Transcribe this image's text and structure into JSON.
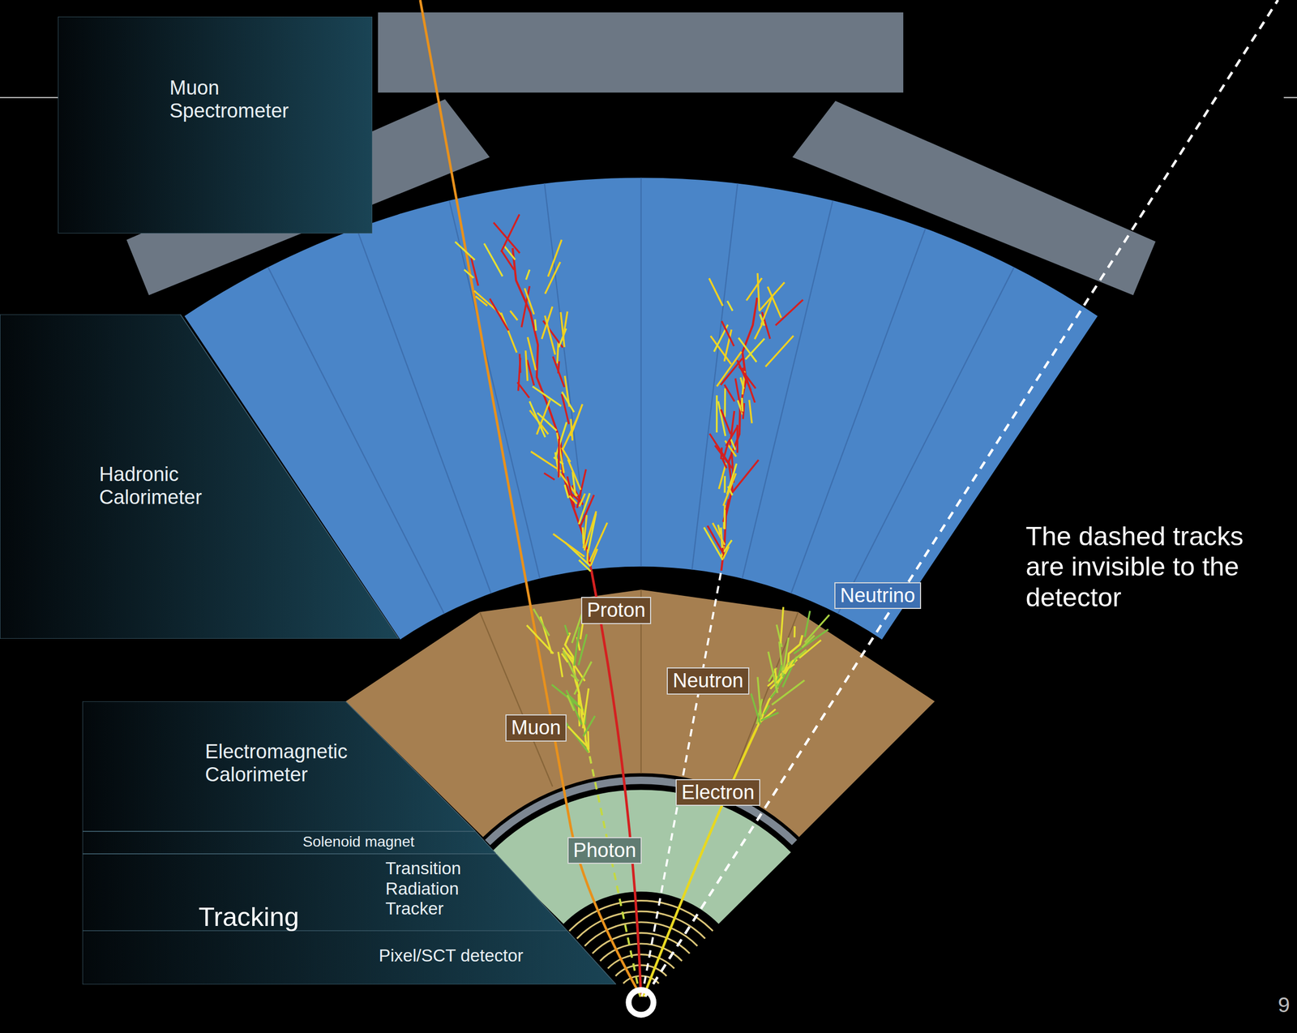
{
  "diagram": {
    "nodes": [
      {
        "text": [
          "Muon Spectrometer"
        ]
      },
      {
        "text": [
          "Hadronic Calorimeter"
        ]
      },
      {
        "text": [
          "Electromagnetic Calorimeter"
        ]
      },
      {
        "text": [
          "Solenoid magnet"
        ]
      },
      {
        "text": [
          "Transition Radiation Tracker"
        ]
      },
      {
        "text": [
          "Pixel/SCT detector"
        ]
      },
      {
        "text": [
          "Neutrino"
        ]
      },
      {
        "text": [
          "Proton"
        ]
      },
      {
        "text": [
          "Neutron"
        ]
      },
      {
        "text": [
          "Muon"
        ]
      },
      {
        "text": [
          "Electron"
        ]
      },
      {
        "text": [
          "Photon"
        ]
      }
    ],
    "labels": [
      "Tracking",
      "The dashed tracks are invisible to the detector",
      "9"
    ]
  }
}
